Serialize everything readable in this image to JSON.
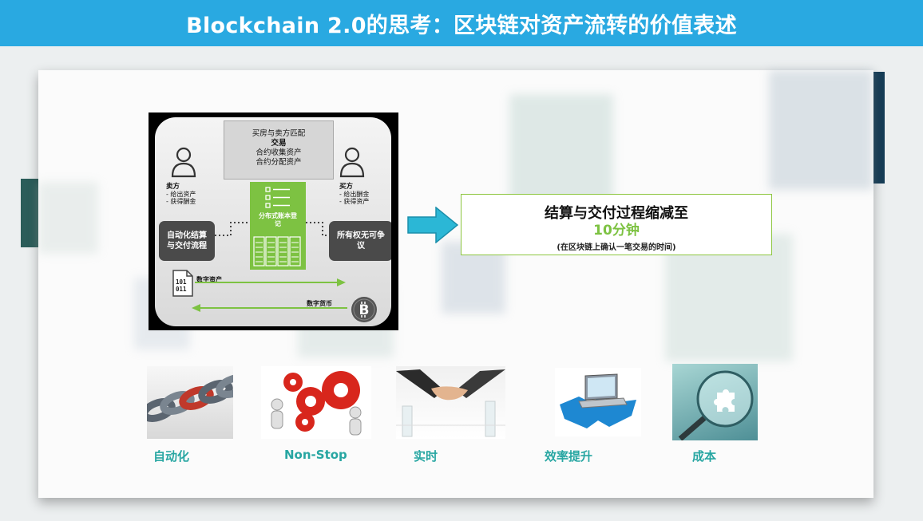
{
  "header": {
    "title": "Blockchain 2.0的思考：区块链对资产流转的价值表述"
  },
  "diagram": {
    "match_box": {
      "line1": "买房与卖方匹配",
      "line2": "交易",
      "line3": "合约收集资产",
      "line4": "合约分配资产"
    },
    "seller": {
      "title": "卖方",
      "item1": "- 给出资产",
      "item2": "- 获得酬金"
    },
    "buyer": {
      "title": "买方",
      "item1": "- 给出酬金",
      "item2": "- 获得资产"
    },
    "ledger_label": "分布式账本登记",
    "auto_settlement": "自动化结算与交付流程",
    "ownership": "所有权无可争议",
    "digital_asset": "数字资产",
    "digital_currency": "数字货币",
    "binary_text": "101\n011",
    "bitcoin_symbol": "₿"
  },
  "result": {
    "line1": "结算与交付过程缩减至",
    "line2": "10分钟",
    "line3": "(在区块链上确认一笔交易的时间)"
  },
  "features": [
    {
      "label": "自动化",
      "icon": "chain-icon"
    },
    {
      "label": "Non-Stop",
      "icon": "gears-icon"
    },
    {
      "label": "实时",
      "icon": "handshake-icon"
    },
    {
      "label": "效率提升",
      "icon": "puzzle-laptop-icon"
    },
    {
      "label": "成本",
      "icon": "magnifier-puzzle-icon"
    }
  ],
  "colors": {
    "title_bar": "#29a9e1",
    "accent_green": "#7dc242",
    "feature_label": "#27a6a2",
    "arrow": "#2bb7d6"
  }
}
